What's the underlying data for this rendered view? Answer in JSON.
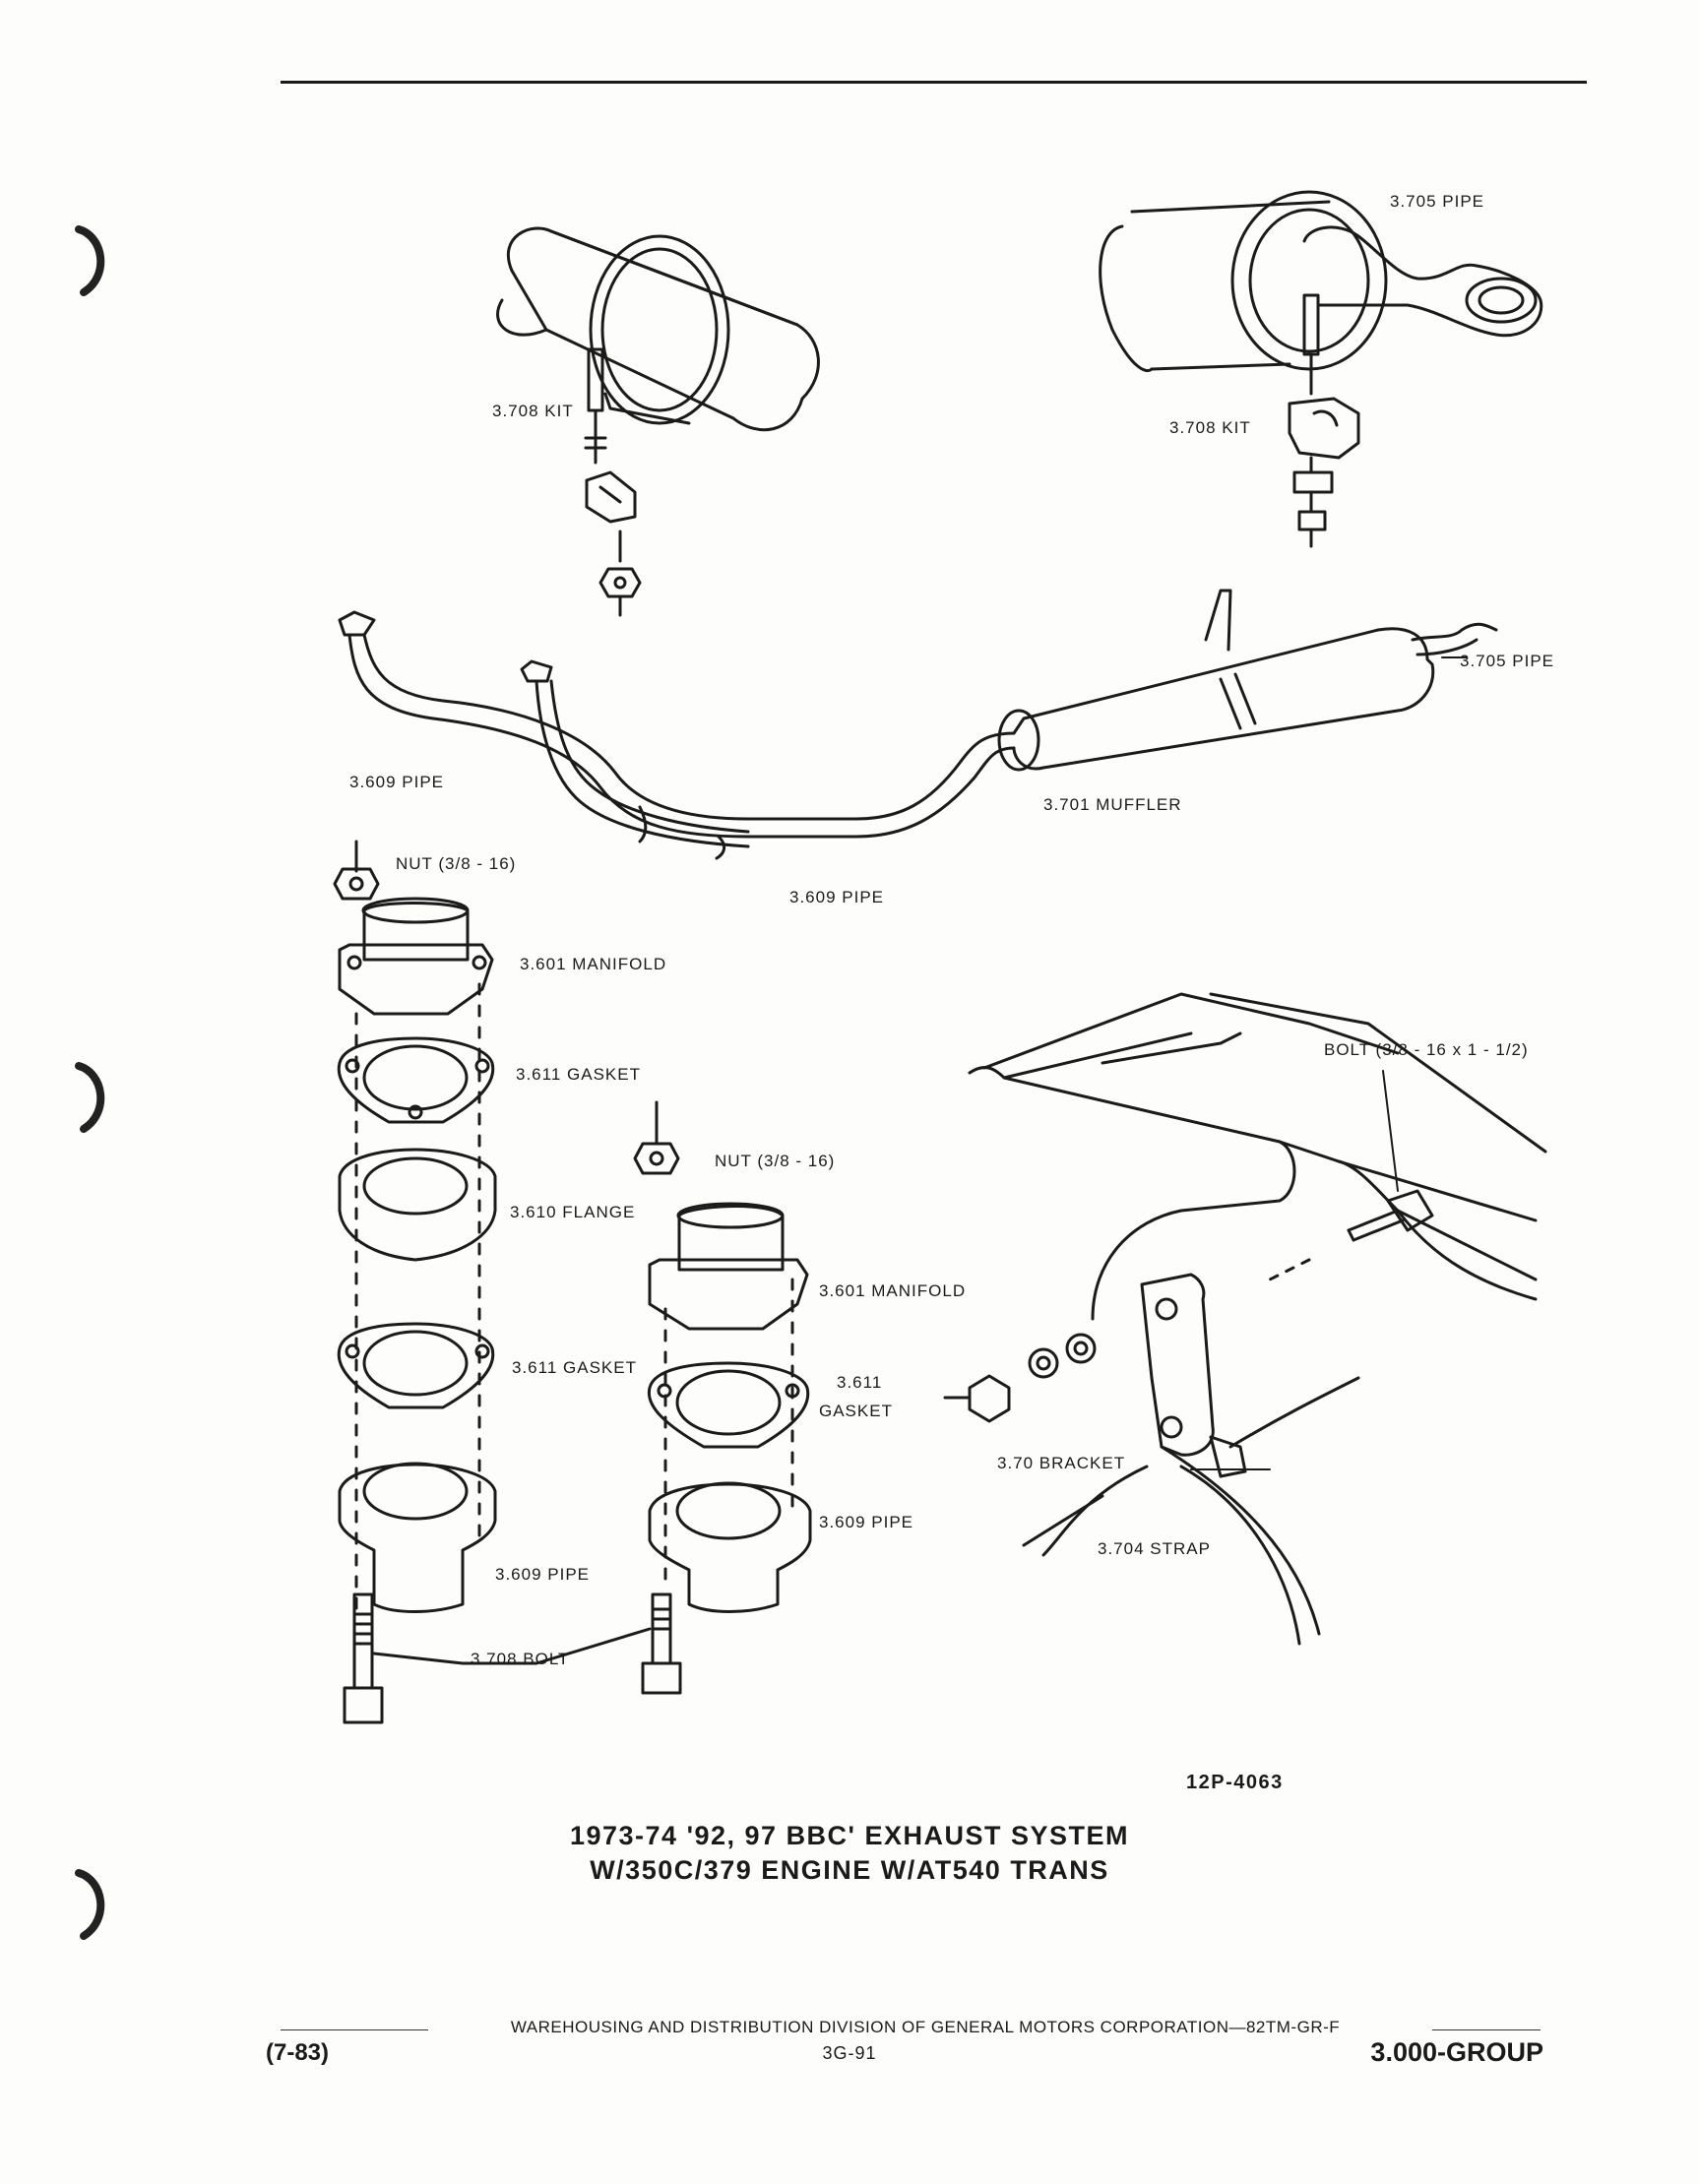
{
  "labels": {
    "kit_left": "3.708 KIT",
    "pipe_top_right": "3.705 PIPE",
    "kit_right": "3.708 KIT",
    "pipe_tailpipe": "3.705 PIPE",
    "pipe_609_upper": "3.609 PIPE",
    "muffler": "3.701 MUFFLER",
    "pipe_609_mid": "3.609 PIPE",
    "nut_left": "NUT (3/8 - 16)",
    "manifold_left": "3.601 MANIFOLD",
    "gasket_left_1": "3.611 GASKET",
    "flange": "3.610 FLANGE",
    "gasket_left_2": "3.611 GASKET",
    "pipe_left_bottom": "3.609 PIPE",
    "bolt_708": "3.708 BOLT",
    "nut_center": "NUT (3/8 - 16)",
    "manifold_center": "3.601 MANIFOLD",
    "gasket_center_num": "3.611",
    "gasket_center_word": "GASKET",
    "pipe_center_bottom": "3.609 PIPE",
    "bolt_bracket": "BOLT (3/8 - 16 x 1 - 1/2)",
    "bracket": "3.70 BRACKET",
    "strap": "3.704 STRAP"
  },
  "figure_id": "12P-4063",
  "caption": {
    "line1": "1973-74 '92, 97 BBC' EXHAUST SYSTEM",
    "line2": "W/350C/379 ENGINE W/AT540 TRANS"
  },
  "footer": {
    "division": "WAREHOUSING AND DISTRIBUTION DIVISION OF GENERAL MOTORS CORPORATION—82TM-GR-F",
    "date": "(7-83)",
    "page": "3G-91",
    "group": "3.000-GROUP"
  }
}
